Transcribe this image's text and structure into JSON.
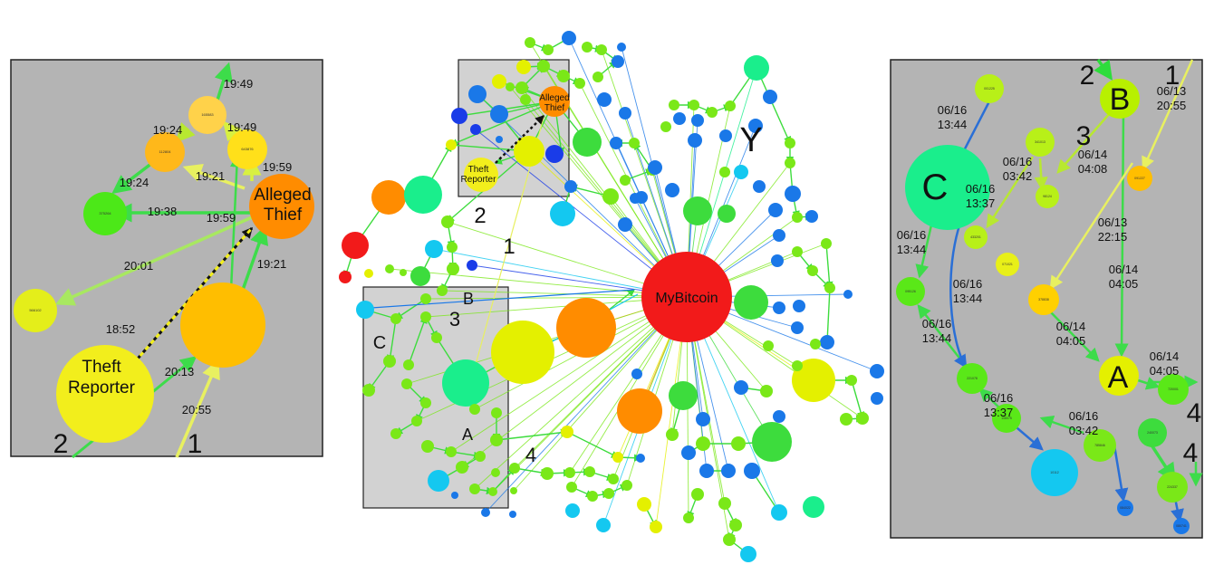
{
  "left_panel": {
    "time_labels": [
      "19:49",
      "19:24",
      "19:49",
      "19:21",
      "19:59",
      "19:24",
      "19:38",
      "19:59",
      "20:01",
      "19:21",
      "18:52",
      "20:13",
      "20:55"
    ],
    "node_labels": {
      "theft_reporter": "Theft\nReporter",
      "alleged_thief": "Alleged\nThief"
    },
    "node_ids": [
      "165583",
      "112804",
      "643876",
      "375264",
      "566102"
    ],
    "corner_numbers": [
      "2",
      "1"
    ]
  },
  "middle_panel": {
    "hub_label": "MyBitcoin",
    "inset_node_labels": {
      "alleged_thief": "Alleged\nThief",
      "theft_reporter": "Theft\nReporter"
    },
    "markers": [
      "Y",
      "2",
      "1",
      "B",
      "3",
      "C",
      "A",
      "4"
    ]
  },
  "right_panel": {
    "node_letters": [
      "B",
      "C",
      "A"
    ],
    "corner_numbers": [
      "2",
      "1",
      "3",
      "4",
      "4"
    ],
    "date_labels": [
      "06/13\n20:55",
      "06/16\n13:44",
      "06/16\n03:42",
      "06/14\n04:08",
      "06/16\n13:37",
      "06/13\n22:15",
      "06/16\n13:44",
      "06/16\n13:44",
      "06/14\n04:05",
      "06/16\n13:44",
      "06/14\n04:05",
      "06/14\n04:05",
      "06/16\n13:37",
      "06/16\n03:42"
    ],
    "node_ids": [
      "001225",
      "341013",
      "091227",
      "98124",
      "433201",
      "071021",
      "378838",
      "095126",
      "221078",
      "108075",
      "785846",
      "240073",
      "720001",
      "224337",
      "10112",
      "084022",
      "080741"
    ]
  },
  "colors": {
    "panel_bg": "#b4b4b4",
    "inset_bg": "#d2d2d2",
    "hub_red": "#f21a1a",
    "thief_orange": "#ff8c00",
    "reporter_yellow": "#f2ee1c",
    "edge_green": "#2edc3c",
    "edge_yellow": "#e8f060",
    "edge_blue": "#2a6fd6"
  }
}
